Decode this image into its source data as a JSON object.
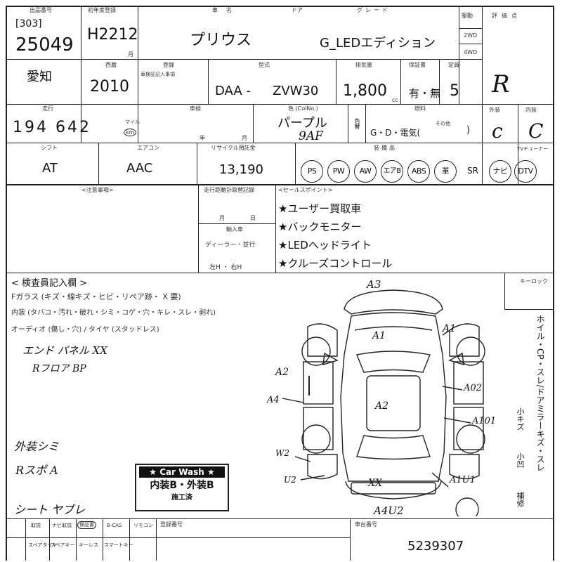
{
  "header": {
    "lot_label": "出品番号",
    "lot_prefix": "[303]",
    "lot_no": "25049",
    "first_reg_label": "初年度登録",
    "first_reg": "H2212",
    "month_unit": "月",
    "year_unit": "年",
    "car_name_label": "車名",
    "car_name": "プリウス",
    "door_label": "ドア",
    "grade_label": "グレード",
    "grade": "G_LEDエディション",
    "drive_label": "駆動",
    "drive_2wd": "2WD",
    "drive_4wd": "4WD",
    "score_label": "評価点",
    "score": "R"
  },
  "row2": {
    "region": "愛知",
    "year_label": "西暦",
    "year": "2010",
    "cert_label": "登録",
    "cert_sub": "車検証記入事項",
    "model_label": "型式",
    "model_prefix": "DAA -",
    "model": "ZVW30",
    "displacement_label": "排気量",
    "displacement": "1,800",
    "cc_unit": "cc",
    "fuel_tank_label": "保証書",
    "warranty": "有・無",
    "capacity_label": "定員",
    "capacity": "5"
  },
  "row3": {
    "mileage_label": "走行",
    "mileage": "194 642",
    "mile_unit": "マイル",
    "km_unit": "km",
    "inspection_label": "車検",
    "color_label": "色 (ColNo.)",
    "color": "パープル",
    "color_code": "9AF",
    "color_change": "色替",
    "fuel_label": "燃料",
    "fuel_options": "G・D・電気(",
    "fuel_other": "その他",
    "exterior_label": "外装",
    "interior_label": "内装",
    "exterior_grade": "c",
    "interior_grade": "C"
  },
  "row4": {
    "shift_label": "シフト",
    "shift": "AT",
    "ac_label": "エアコン",
    "ac": "AAC",
    "recycle_label": "リサイクル預託金",
    "recycle": "13,190",
    "equipment_label": "装備品",
    "equipment": [
      "PS",
      "PW",
      "AW",
      "エアB",
      "ABS",
      "革",
      "SR",
      "ナビ",
      "DTV"
    ],
    "tuner_label": "TVチューナー"
  },
  "notes": {
    "notes_label": "<注意事項>",
    "odometer_label": "走行距離計取替記録",
    "odometer_month": "月",
    "odometer_day": "日",
    "import_label": "輸入車",
    "import_type": "ディーラー・並行",
    "handle": "左H ・ 右H",
    "sales_label": "<セールスポイント>",
    "sales_points": [
      "★ユーザー買取車",
      "★バックモニター",
      "★LEDヘッドライト",
      "★クルーズコントロール"
    ],
    "keyless_label": "キーロック"
  },
  "inspector": {
    "title": "< 検査員記入欄 >",
    "glass": "Fガラス (キズ・線キズ・ヒビ・リペア跡・ X 要)",
    "interior": "内装 (タバコ・汚れ・破れ・シミ・コゲ・穴・キレ・スレ・剥れ)",
    "audio": "オーディオ (傷し・穴) / タイヤ (スタッドレス)",
    "hand_notes": [
      "エンド パネル XX",
      "Rフロア BP",
      "外装シミ",
      "Rスポ A",
      "シート ヤブレ"
    ]
  },
  "diagram": {
    "marks": [
      "A3",
      "A1",
      "A1",
      "A2",
      "A4",
      "A2",
      "A02",
      "A101",
      "W2",
      "U2",
      "XX",
      "A1U1",
      "A4U2"
    ]
  },
  "side_checks": {
    "text": "ホイル・CP・スレ/ドアミラーキズ・スレ",
    "small": "小キズ",
    "small2": "小凹",
    "repair": "補修"
  },
  "carwash": {
    "title": "★ Car Wash ★",
    "grades": "内装B・外装B",
    "done": "施工済"
  },
  "footer": {
    "items": [
      "取説",
      "ナビ取説",
      "保証書",
      "B-CAS",
      "リモコン"
    ],
    "items2": [
      "スペアキー",
      "スペアタイヤ",
      "キーレス",
      "スマートキー"
    ],
    "reg_label": "登録番号",
    "chassis_label": "車台番号",
    "chassis": "5239307"
  }
}
